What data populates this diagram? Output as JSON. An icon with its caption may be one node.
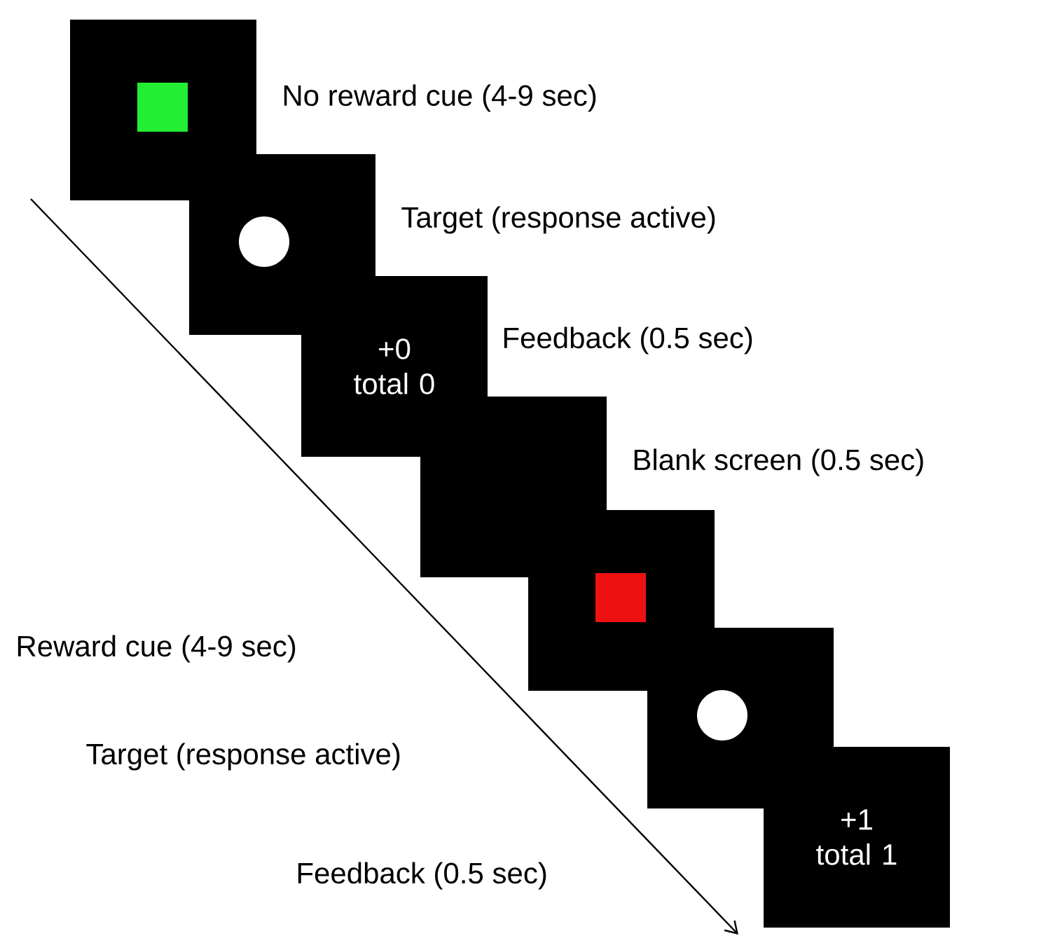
{
  "diagram": {
    "nodes": [
      {
        "text": [],
        "shape": "box",
        "beside": [
          "No reward cue (4-9 sec)"
        ]
      },
      {
        "text": [],
        "shape": "box",
        "beside": [
          "Target (response active)"
        ]
      },
      {
        "text": [
          "+0 total 0"
        ],
        "beside": [
          "Feedback (0.5 sec)"
        ]
      },
      {
        "text": [],
        "shape": "box",
        "beside": [
          "Blank screen (0.5 sec)"
        ]
      },
      {
        "text": [],
        "shape": "box"
      },
      {
        "text": [],
        "shape": "box"
      },
      {
        "text": [
          "+1 total 1"
        ]
      }
    ],
    "labels": [
      "Reward cue (4-9 sec)",
      "Target (response active)",
      "Feedback (0.5 sec)"
    ]
  }
}
